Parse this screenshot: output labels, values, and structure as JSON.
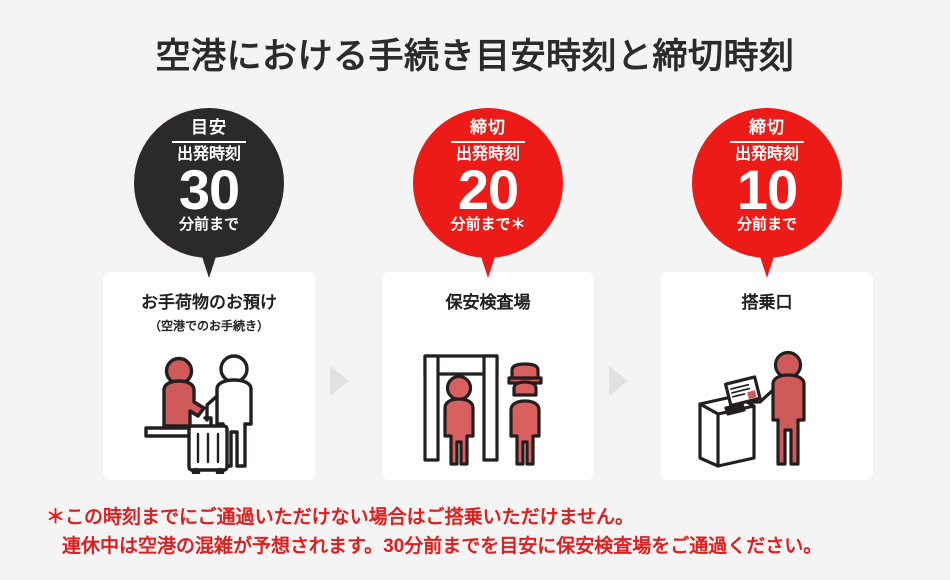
{
  "page": {
    "title": "空港における手続き目安時刻と締切時刻",
    "background_color": "#f5f4f4",
    "accent_red": "#ec1b17",
    "accent_dark": "#2b2a28",
    "footnote_red": "#dd1f1f",
    "arrow_gray": "#e2e1e1"
  },
  "steps": [
    {
      "badge": {
        "kind": "目安",
        "sub": "出発時刻",
        "number": "30",
        "until": "分前まで",
        "color": "#2b2a28",
        "style": "dark"
      },
      "card": {
        "title": "お手荷物のお預け",
        "subtitle": "（空港でのお手続き）",
        "art": "baggage-dropoff-illustration"
      }
    },
    {
      "badge": {
        "kind": "締切",
        "sub": "出発時刻",
        "number": "20",
        "until": "分前まで＊",
        "color": "#ec1b17",
        "style": "red"
      },
      "card": {
        "title": "保安検査場",
        "subtitle": "",
        "art": "security-checkpoint-illustration"
      }
    },
    {
      "badge": {
        "kind": "締切",
        "sub": "出発時刻",
        "number": "10",
        "until": "分前まで",
        "color": "#ec1b17",
        "style": "red"
      },
      "card": {
        "title": "搭乗口",
        "subtitle": "",
        "art": "boarding-gate-illustration"
      }
    }
  ],
  "arrows": [
    {
      "name": "step-arrow-1",
      "glyph": "▶"
    },
    {
      "name": "step-arrow-2",
      "glyph": "▶"
    }
  ],
  "footnote": {
    "line1": "＊この時刻までにご通過いただけない場合はご搭乗いただけません。",
    "line2": "連休中は空港の混雑が予想されます。30分前までを目安に保安検査場をご通過ください。"
  }
}
